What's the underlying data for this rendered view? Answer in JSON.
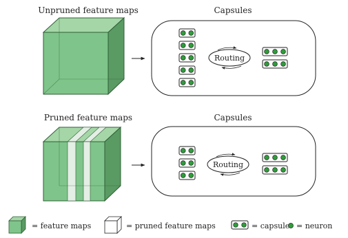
{
  "panels": {
    "top": {
      "feature_title": "Unpruned feature maps",
      "capsules_title": "Capsules",
      "routing_label": "Routing",
      "left_capsules": 5,
      "right_capsules": 2
    },
    "bottom": {
      "feature_title": "Pruned feature maps",
      "capsules_title": "Capsules",
      "routing_label": "Routing",
      "left_capsules": 3,
      "right_capsules": 2
    }
  },
  "legend": {
    "feature_maps": "= feature maps",
    "pruned_feature_maps": "= pruned feature maps",
    "capsule": "= capsule",
    "neuron": "= neuron"
  },
  "colors": {
    "cube_front": "#7fc48a",
    "cube_top": "#a5d6a7",
    "cube_side": "#5a9a63",
    "cube_edge": "#2f5e36",
    "pruned_slice": "#e3eee4",
    "neuron_fill": "#2e9e3a",
    "stroke": "#222222"
  },
  "icons": {
    "arrow": "right-arrow-icon",
    "routing": "circular-arrows-icon",
    "neuron": "green-dot-icon"
  }
}
